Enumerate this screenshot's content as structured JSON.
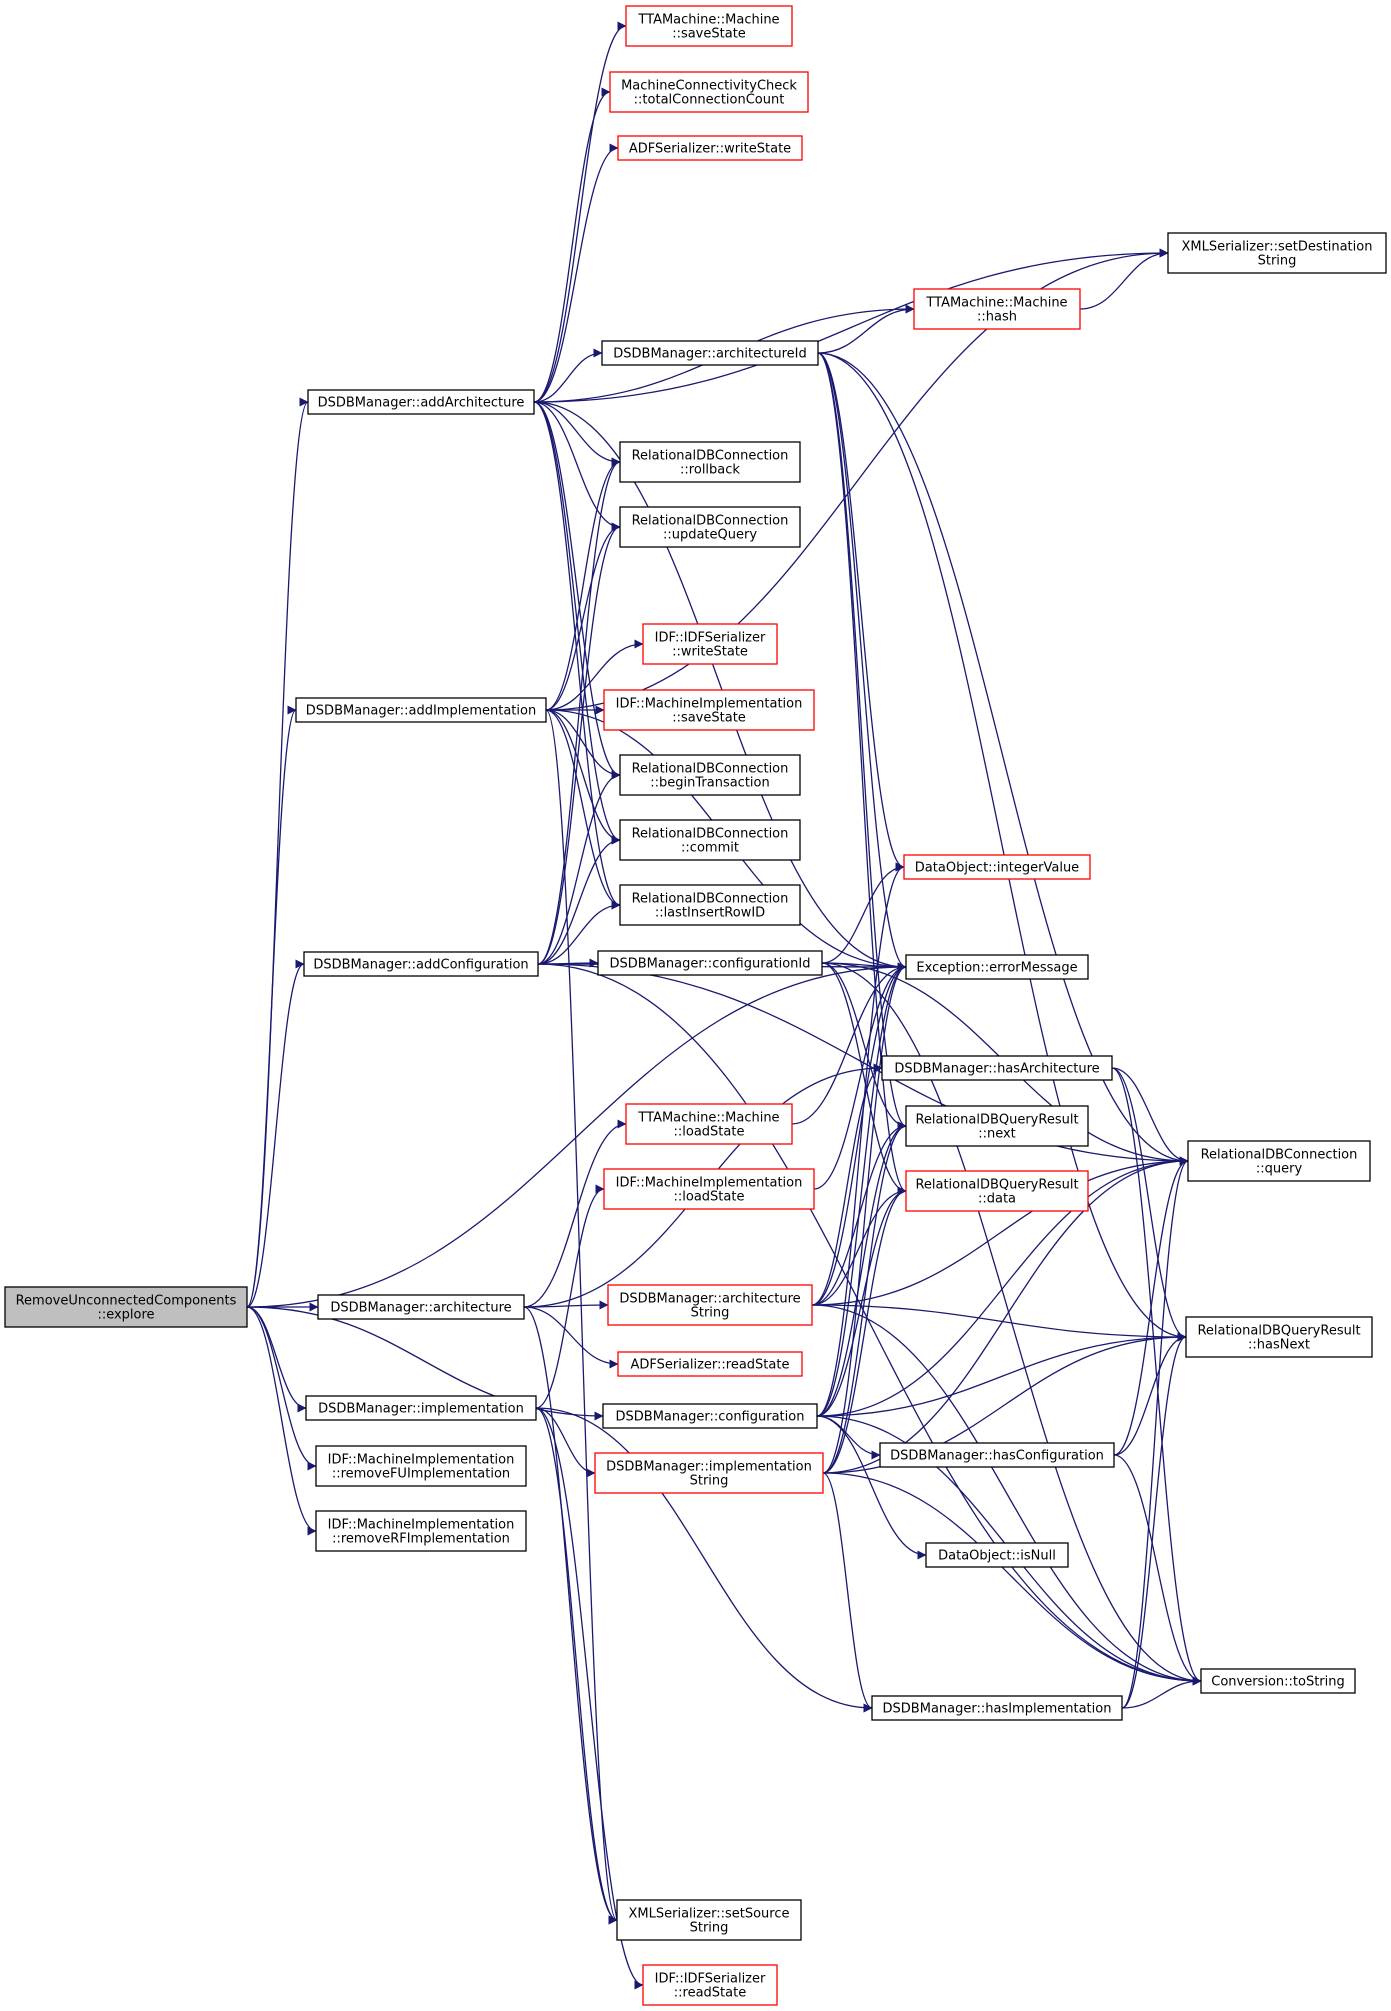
{
  "colors": {
    "edge": "#191970",
    "node_border": "#000000",
    "node_border_incomplete": "#ff0000",
    "root_fill": "#bfbfbf",
    "node_fill": "#ffffff"
  },
  "nodes": [
    {
      "id": "root",
      "lines": [
        "RemoveUnconnectedComponents",
        "::explore"
      ],
      "style": "root"
    },
    {
      "id": "addArch",
      "lines": [
        "DSDBManager::addArchitecture"
      ],
      "style": "normal"
    },
    {
      "id": "addImpl",
      "lines": [
        "DSDBManager::addImplementation"
      ],
      "style": "normal"
    },
    {
      "id": "addConf",
      "lines": [
        "DSDBManager::addConfiguration"
      ],
      "style": "normal"
    },
    {
      "id": "arch",
      "lines": [
        "DSDBManager::architecture"
      ],
      "style": "normal"
    },
    {
      "id": "impl",
      "lines": [
        "DSDBManager::implementation"
      ],
      "style": "normal"
    },
    {
      "id": "rmFU",
      "lines": [
        "IDF::MachineImplementation",
        "::removeFUImplementation"
      ],
      "style": "normal"
    },
    {
      "id": "rmRF",
      "lines": [
        "IDF::MachineImplementation",
        "::removeRFImplementation"
      ],
      "style": "normal"
    },
    {
      "id": "ttaSave",
      "lines": [
        "TTAMachine::Machine",
        "::saveState"
      ],
      "style": "incomplete"
    },
    {
      "id": "mcc",
      "lines": [
        "MachineConnectivityCheck",
        "::totalConnectionCount"
      ],
      "style": "incomplete"
    },
    {
      "id": "adfWrite",
      "lines": [
        "ADFSerializer::writeState"
      ],
      "style": "incomplete"
    },
    {
      "id": "archId",
      "lines": [
        "DSDBManager::architectureId"
      ],
      "style": "normal"
    },
    {
      "id": "rollback",
      "lines": [
        "RelationalDBConnection",
        "::rollback"
      ],
      "style": "normal"
    },
    {
      "id": "updQ",
      "lines": [
        "RelationalDBConnection",
        "::updateQuery"
      ],
      "style": "normal"
    },
    {
      "id": "idfWrite",
      "lines": [
        "IDF::IDFSerializer",
        "::writeState"
      ],
      "style": "incomplete"
    },
    {
      "id": "miSave",
      "lines": [
        "IDF::MachineImplementation",
        "::saveState"
      ],
      "style": "incomplete"
    },
    {
      "id": "beginT",
      "lines": [
        "RelationalDBConnection",
        "::beginTransaction"
      ],
      "style": "normal"
    },
    {
      "id": "commit",
      "lines": [
        "RelationalDBConnection",
        "::commit"
      ],
      "style": "normal"
    },
    {
      "id": "lastId",
      "lines": [
        "RelationalDBConnection",
        "::lastInsertRowID"
      ],
      "style": "normal"
    },
    {
      "id": "confId",
      "lines": [
        "DSDBManager::configurationId"
      ],
      "style": "normal"
    },
    {
      "id": "ttaLoad",
      "lines": [
        "TTAMachine::Machine",
        "::loadState"
      ],
      "style": "incomplete"
    },
    {
      "id": "miLoad",
      "lines": [
        "IDF::MachineImplementation",
        "::loadState"
      ],
      "style": "incomplete"
    },
    {
      "id": "archStr",
      "lines": [
        "DSDBManager::architecture",
        "String"
      ],
      "style": "incomplete"
    },
    {
      "id": "adfRead",
      "lines": [
        "ADFSerializer::readState"
      ],
      "style": "incomplete"
    },
    {
      "id": "conf",
      "lines": [
        "DSDBManager::configuration"
      ],
      "style": "normal"
    },
    {
      "id": "implStr",
      "lines": [
        "DSDBManager::implementation",
        "String"
      ],
      "style": "incomplete"
    },
    {
      "id": "xmlSrc",
      "lines": [
        "XMLSerializer::setSource",
        "String"
      ],
      "style": "normal"
    },
    {
      "id": "idfRead",
      "lines": [
        "IDF::IDFSerializer",
        "::readState"
      ],
      "style": "incomplete"
    },
    {
      "id": "xmlDest",
      "lines": [
        "XMLSerializer::setDestination",
        "String"
      ],
      "style": "normal"
    },
    {
      "id": "hash",
      "lines": [
        "TTAMachine::Machine",
        "::hash"
      ],
      "style": "incomplete"
    },
    {
      "id": "intVal",
      "lines": [
        "DataObject::integerValue"
      ],
      "style": "incomplete"
    },
    {
      "id": "errMsg",
      "lines": [
        "Exception::errorMessage"
      ],
      "style": "normal"
    },
    {
      "id": "hasArch",
      "lines": [
        "DSDBManager::hasArchitecture"
      ],
      "style": "normal"
    },
    {
      "id": "next",
      "lines": [
        "RelationalDBQueryResult",
        "::next"
      ],
      "style": "normal"
    },
    {
      "id": "data",
      "lines": [
        "RelationalDBQueryResult",
        "::data"
      ],
      "style": "incomplete"
    },
    {
      "id": "hasConf",
      "lines": [
        "DSDBManager::hasConfiguration"
      ],
      "style": "normal"
    },
    {
      "id": "isNull",
      "lines": [
        "DataObject::isNull"
      ],
      "style": "normal"
    },
    {
      "id": "hasImpl",
      "lines": [
        "DSDBManager::hasImplementation"
      ],
      "style": "normal"
    },
    {
      "id": "query",
      "lines": [
        "RelationalDBConnection",
        "::query"
      ],
      "style": "normal"
    },
    {
      "id": "hasNext",
      "lines": [
        "RelationalDBQueryResult",
        "::hasNext"
      ],
      "style": "normal"
    },
    {
      "id": "toStr",
      "lines": [
        "Conversion::toString"
      ],
      "style": "normal"
    }
  ],
  "edges": [
    [
      "root",
      "addArch"
    ],
    [
      "root",
      "addImpl"
    ],
    [
      "root",
      "addConf"
    ],
    [
      "root",
      "arch"
    ],
    [
      "root",
      "impl"
    ],
    [
      "root",
      "conf"
    ],
    [
      "root",
      "rmFU"
    ],
    [
      "root",
      "rmRF"
    ],
    [
      "root",
      "errMsg"
    ],
    [
      "addArch",
      "ttaSave"
    ],
    [
      "addArch",
      "mcc"
    ],
    [
      "addArch",
      "adfWrite"
    ],
    [
      "addArch",
      "xmlDest"
    ],
    [
      "addArch",
      "hash"
    ],
    [
      "addArch",
      "archId"
    ],
    [
      "addArch",
      "rollback"
    ],
    [
      "addArch",
      "updQ"
    ],
    [
      "addArch",
      "beginT"
    ],
    [
      "addArch",
      "commit"
    ],
    [
      "addArch",
      "lastId"
    ],
    [
      "addArch",
      "errMsg"
    ],
    [
      "addImpl",
      "rollback"
    ],
    [
      "addImpl",
      "updQ"
    ],
    [
      "addImpl",
      "idfWrite"
    ],
    [
      "addImpl",
      "miSave"
    ],
    [
      "addImpl",
      "beginT"
    ],
    [
      "addImpl",
      "commit"
    ],
    [
      "addImpl",
      "lastId"
    ],
    [
      "addImpl",
      "xmlDest"
    ],
    [
      "addImpl",
      "errMsg"
    ],
    [
      "addImpl",
      "xmlSrc"
    ],
    [
      "addConf",
      "rollback"
    ],
    [
      "addConf",
      "updQ"
    ],
    [
      "addConf",
      "beginT"
    ],
    [
      "addConf",
      "commit"
    ],
    [
      "addConf",
      "lastId"
    ],
    [
      "addConf",
      "confId"
    ],
    [
      "addConf",
      "errMsg"
    ],
    [
      "addConf",
      "query"
    ],
    [
      "addConf",
      "toStr"
    ],
    [
      "arch",
      "ttaLoad"
    ],
    [
      "arch",
      "archStr"
    ],
    [
      "arch",
      "adfRead"
    ],
    [
      "arch",
      "xmlSrc"
    ],
    [
      "arch",
      "hasArch"
    ],
    [
      "impl",
      "miLoad"
    ],
    [
      "impl",
      "implStr"
    ],
    [
      "impl",
      "xmlSrc"
    ],
    [
      "impl",
      "idfRead"
    ],
    [
      "impl",
      "hasImpl"
    ],
    [
      "hash",
      "xmlDest"
    ],
    [
      "archId",
      "hash"
    ],
    [
      "archId",
      "errMsg"
    ],
    [
      "archId",
      "query"
    ],
    [
      "archId",
      "next"
    ],
    [
      "archId",
      "data"
    ],
    [
      "archId",
      "intVal"
    ],
    [
      "archId",
      "hasNext"
    ],
    [
      "confId",
      "errMsg"
    ],
    [
      "confId",
      "intVal"
    ],
    [
      "confId",
      "toStr"
    ],
    [
      "confId",
      "next"
    ],
    [
      "confId",
      "data"
    ],
    [
      "confId",
      "query"
    ],
    [
      "ttaLoad",
      "errMsg"
    ],
    [
      "miLoad",
      "errMsg"
    ],
    [
      "archStr",
      "errMsg"
    ],
    [
      "archStr",
      "hasArch"
    ],
    [
      "archStr",
      "next"
    ],
    [
      "archStr",
      "data"
    ],
    [
      "archStr",
      "query"
    ],
    [
      "archStr",
      "hasNext"
    ],
    [
      "archStr",
      "toStr"
    ],
    [
      "conf",
      "errMsg"
    ],
    [
      "conf",
      "hasConf"
    ],
    [
      "conf",
      "next"
    ],
    [
      "conf",
      "data"
    ],
    [
      "conf",
      "intVal"
    ],
    [
      "conf",
      "isNull"
    ],
    [
      "conf",
      "query"
    ],
    [
      "conf",
      "hasNext"
    ],
    [
      "conf",
      "toStr"
    ],
    [
      "implStr",
      "errMsg"
    ],
    [
      "implStr",
      "hasImpl"
    ],
    [
      "implStr",
      "next"
    ],
    [
      "implStr",
      "data"
    ],
    [
      "implStr",
      "query"
    ],
    [
      "implStr",
      "hasNext"
    ],
    [
      "implStr",
      "toStr"
    ],
    [
      "hasArch",
      "query"
    ],
    [
      "hasArch",
      "hasNext"
    ],
    [
      "hasArch",
      "toStr"
    ],
    [
      "hasConf",
      "query"
    ],
    [
      "hasConf",
      "hasNext"
    ],
    [
      "hasConf",
      "toStr"
    ],
    [
      "hasImpl",
      "query"
    ],
    [
      "hasImpl",
      "hasNext"
    ],
    [
      "hasImpl",
      "toStr"
    ]
  ]
}
